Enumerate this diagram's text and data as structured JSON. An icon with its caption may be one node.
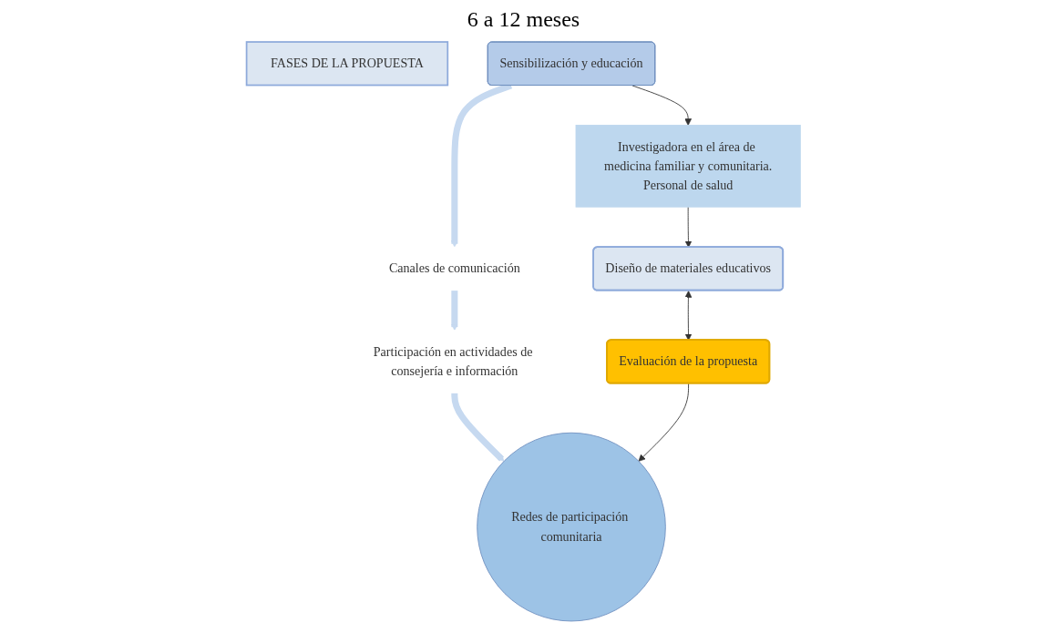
{
  "diagram": {
    "title": "6 a 12 meses",
    "nodes": [
      {
        "text": [
          "FASES DE LA PROPUESTA"
        ]
      },
      {
        "text": [
          "Sensibilización y educación"
        ]
      },
      {
        "text": [
          "Canales de comunicación"
        ]
      },
      {
        "text": [
          "Participación en actividades de consejería e información"
        ]
      },
      {
        "text": [
          "Redes de participación comunitaria"
        ]
      },
      {
        "text": [
          "Investigadora en el área de medicina familiar y comunitaria.",
          "Personal de salud"
        ]
      },
      {
        "text": [
          "Diseño de materiales educativos"
        ]
      },
      {
        "text": [
          "Evaluación de la propuesta"
        ]
      }
    ],
    "edges": [
      {
        "from": 1,
        "to": 2,
        "arrow": "to",
        "style": "thick",
        "color": "#c6d9f0"
      },
      {
        "from": 2,
        "to": 3,
        "arrow": "to",
        "style": "thick",
        "color": "#c6d9f0"
      },
      {
        "from": 3,
        "to": 4,
        "arrow": "to",
        "style": "thick",
        "color": "#c6d9f0"
      },
      {
        "from": 1,
        "to": 5,
        "arrow": "to"
      },
      {
        "from": 5,
        "to": 6,
        "arrow": "to"
      },
      {
        "from": 6,
        "to": 7,
        "arrow": "both"
      },
      {
        "from": 7,
        "to": 4,
        "arrow": "to"
      }
    ]
  }
}
